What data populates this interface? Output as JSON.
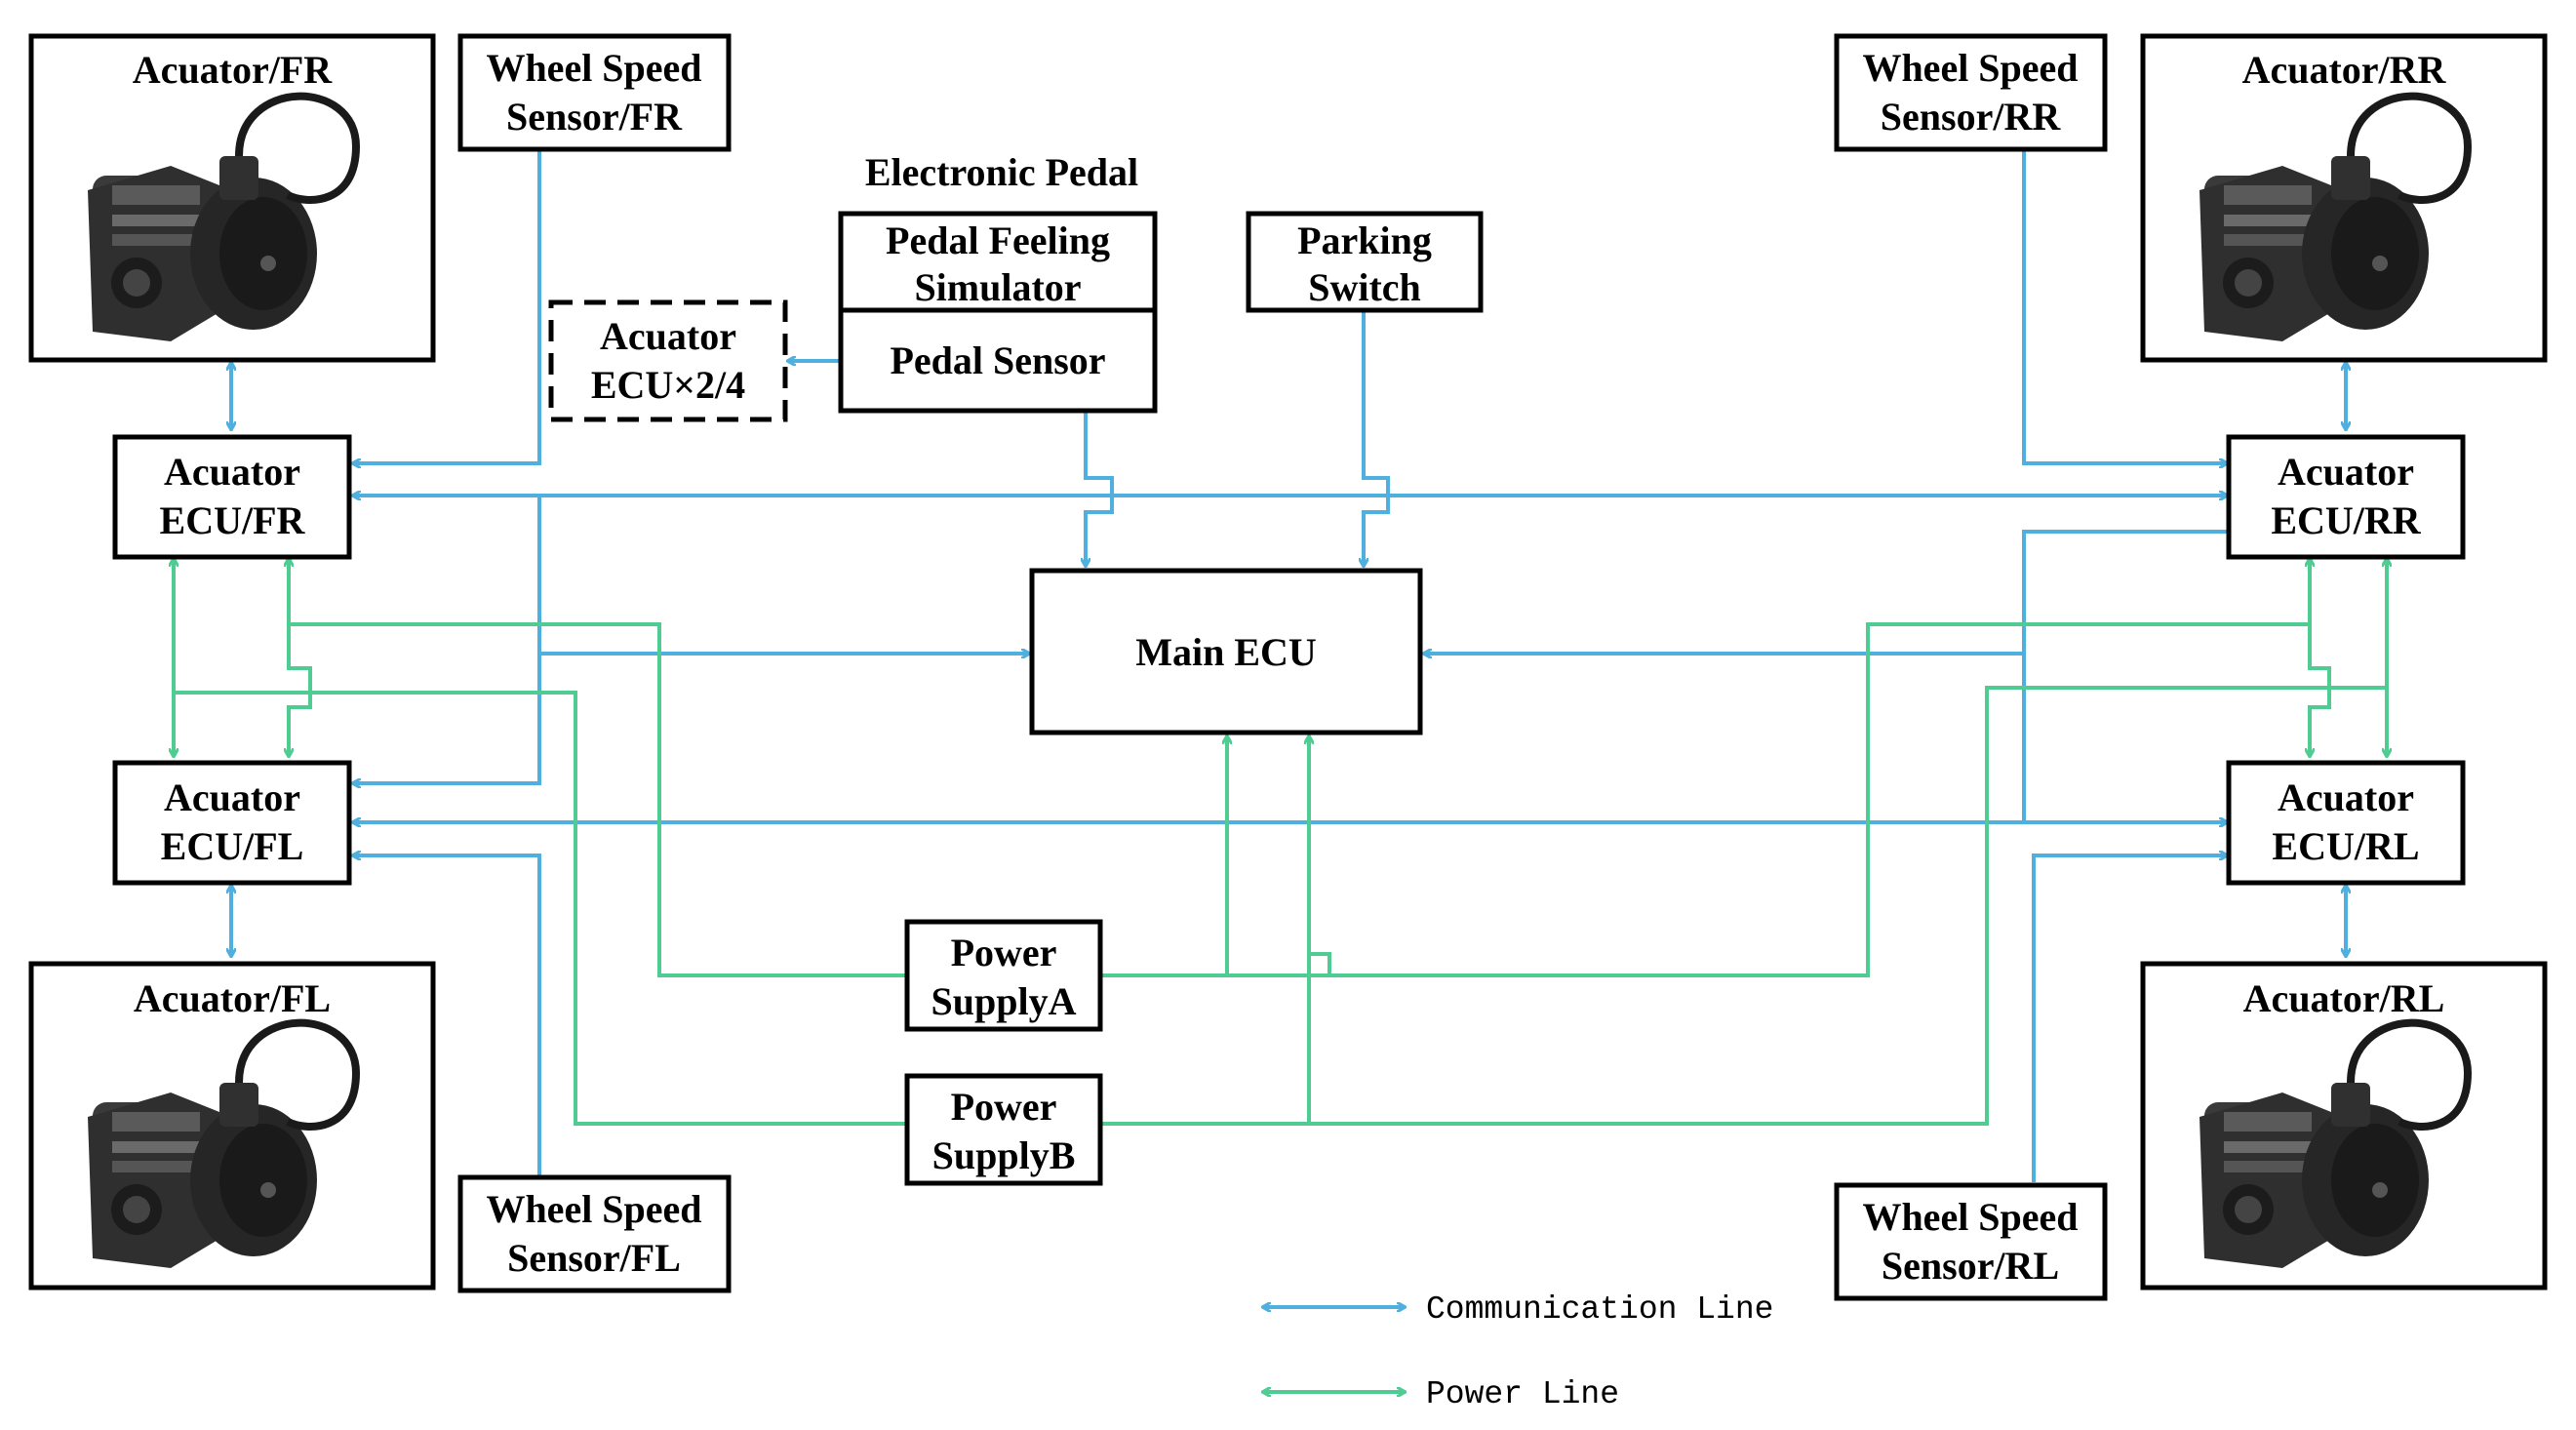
{
  "colors": {
    "communication": "#4fb0e0",
    "power": "#4fcc92",
    "box_stroke": "#000000",
    "actuator_body": "#2b2b2b"
  },
  "actuators": {
    "fr": "Acuator/FR",
    "fl": "Acuator/FL",
    "rr": "Acuator/RR",
    "rl": "Acuator/RL",
    "image_icon": "brake-caliper-actuator-icon"
  },
  "wheel_speed_sensors": {
    "fr": [
      "Wheel Speed",
      "Sensor/FR"
    ],
    "fl": [
      "Wheel Speed",
      "Sensor/FL"
    ],
    "rr": [
      "Wheel Speed",
      "Sensor/RR"
    ],
    "rl": [
      "Wheel Speed",
      "Sensor/RL"
    ]
  },
  "actuator_ecus": {
    "fr": [
      "Acuator",
      "ECU/FR"
    ],
    "fl": [
      "Acuator",
      "ECU/FL"
    ],
    "rr": [
      "Acuator",
      "ECU/RR"
    ],
    "rl": [
      "Acuator",
      "ECU/RL"
    ],
    "extra": [
      "Acuator",
      "ECU×2/4"
    ]
  },
  "electronic_pedal": {
    "title": "Electronic Pedal",
    "simulator": [
      "Pedal Feeling",
      "Simulator"
    ],
    "sensor": "Pedal Sensor"
  },
  "parking_switch": [
    "Parking",
    "Switch"
  ],
  "main_ecu": "Main ECU",
  "power_supply_a": [
    "Power",
    "SupplyA"
  ],
  "power_supply_b": [
    "Power",
    "SupplyB"
  ],
  "legend": {
    "communication": "Communication Line",
    "power": "Power Line"
  }
}
